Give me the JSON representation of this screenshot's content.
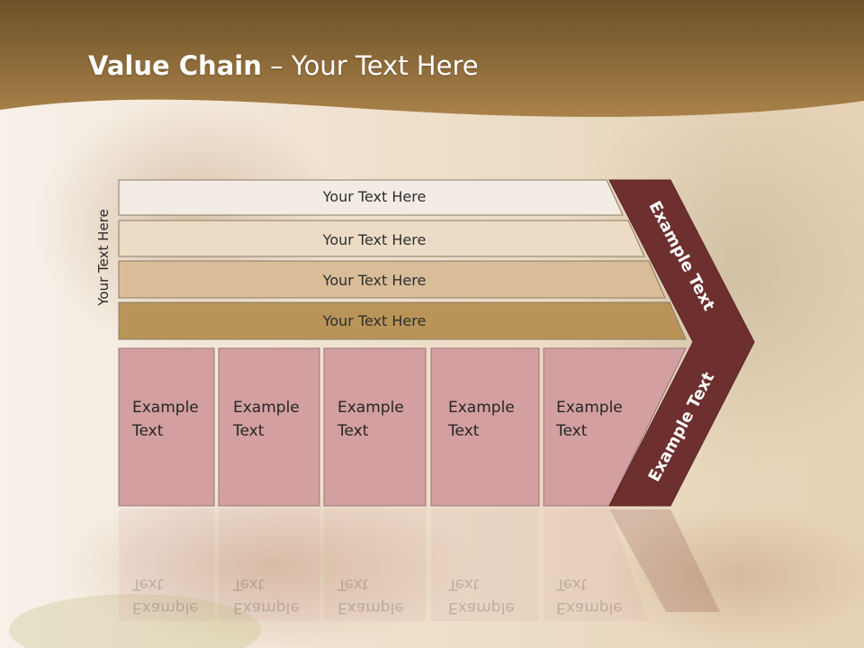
{
  "slide": {
    "title_bold": "Value Chain",
    "title_rest": " – Your Text Here",
    "side_label": "Your Text Here"
  },
  "bars": [
    {
      "label": "Your Text Here",
      "color": "#f3ece4"
    },
    {
      "label": "Your Text Here",
      "color": "#ecdcc6"
    },
    {
      "label": "Your Text Here",
      "color": "#d8bd98"
    },
    {
      "label": "Your Text Here",
      "color": "#b99458"
    }
  ],
  "columns": [
    {
      "line1": "Example",
      "line2": "Text"
    },
    {
      "line1": "Example",
      "line2": "Text"
    },
    {
      "line1": "Example",
      "line2": "Text"
    },
    {
      "line1": "Example",
      "line2": "Text"
    },
    {
      "line1": "Example",
      "line2": "Text"
    }
  ],
  "chevron": {
    "upper_label": "Example Text",
    "lower_label": "Example Text",
    "color": "#6e2f2f"
  },
  "theme": {
    "header_band": "#8f6f3c",
    "column_fill": "#d39fa1"
  }
}
